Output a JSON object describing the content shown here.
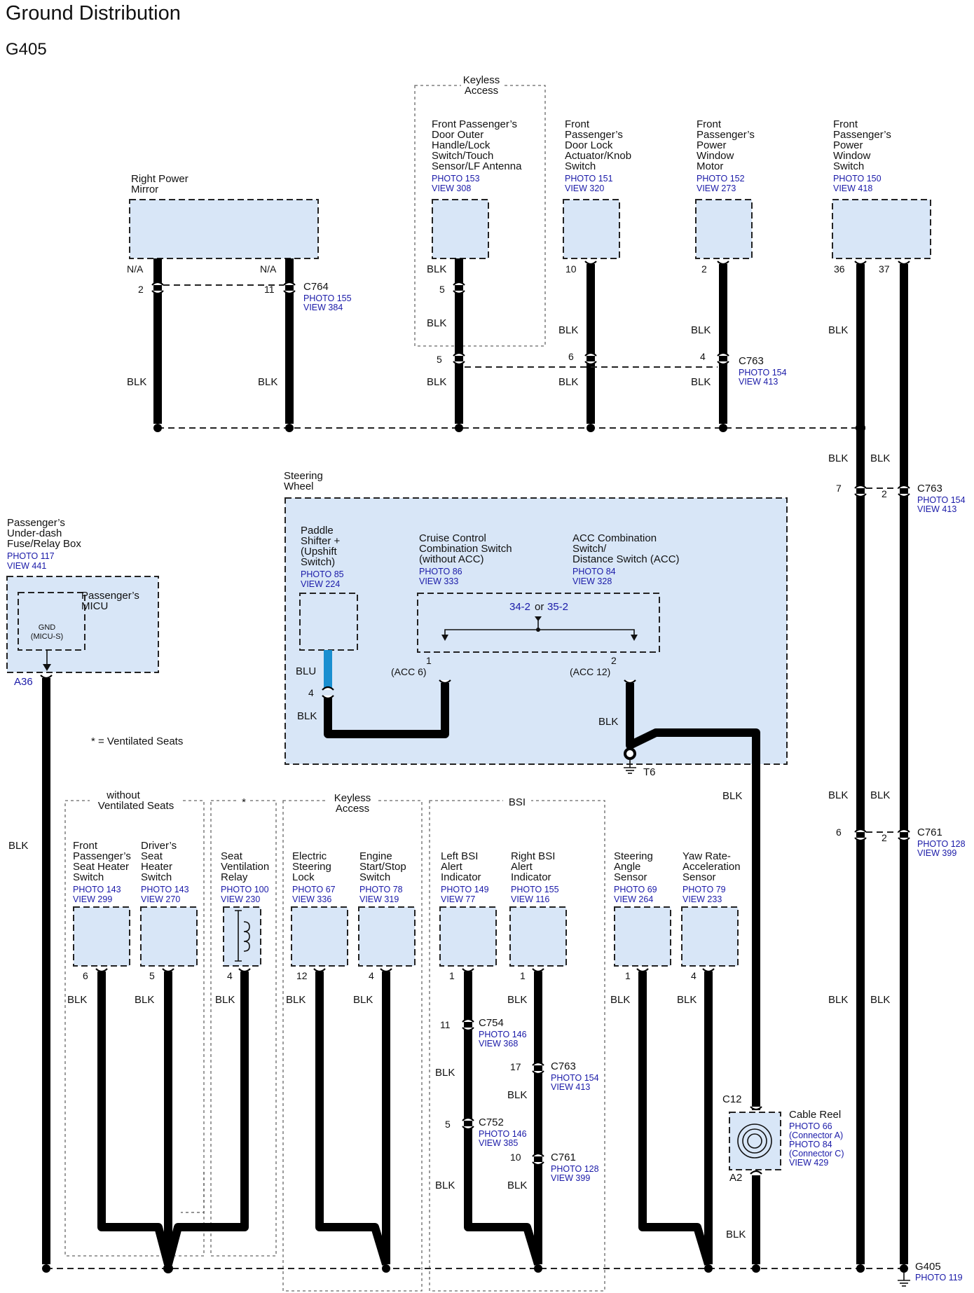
{
  "title": "Ground Distribution",
  "subtitle": "G405",
  "note": "* = Ventilated Seats",
  "groups": {
    "keyless_top": [
      "Keyless",
      "Access"
    ],
    "steering_wheel": [
      "Steering",
      "Wheel"
    ],
    "without_vent": [
      "without",
      "Ventilated Seats"
    ],
    "vent_star": "*",
    "keyless_bottom": [
      "Keyless",
      "Access"
    ],
    "bsi": "BSI"
  },
  "components": {
    "right_mirror": {
      "lines": [
        "Right Power",
        "Mirror"
      ]
    },
    "fp_door_outer": {
      "lines": [
        "Front Passenger’s",
        "Door Outer",
        "Handle/Lock",
        "Switch/Touch",
        "Sensor/LF Antenna"
      ],
      "refs": [
        "PHOTO 153",
        "VIEW 308"
      ]
    },
    "fp_door_lock": {
      "lines": [
        "Front",
        "Passenger’s",
        "Door Lock",
        "Actuator/Knob",
        "Switch"
      ],
      "refs": [
        "PHOTO 151",
        "VIEW 320"
      ]
    },
    "fp_window_motor": {
      "lines": [
        "Front",
        "Passenger’s",
        "Power",
        "Window",
        "Motor"
      ],
      "refs": [
        "PHOTO 152",
        "VIEW 273"
      ]
    },
    "fp_window_switch": {
      "lines": [
        "Front",
        "Passenger’s",
        "Power",
        "Window",
        "Switch"
      ],
      "refs": [
        "PHOTO 150",
        "VIEW 418"
      ]
    },
    "fuse_box": {
      "lines": [
        "Passenger’s",
        "Under-dash",
        "Fuse/Relay Box"
      ],
      "refs": [
        "PHOTO 117",
        "VIEW 441"
      ]
    },
    "micu": {
      "lines": [
        "Passenger’s",
        "MICU"
      ],
      "gnd": [
        "GND",
        "(MICU-S)"
      ]
    },
    "paddle": {
      "lines": [
        "Paddle",
        "Shifter +",
        "(Upshift",
        "Switch)"
      ],
      "refs": [
        "PHOTO 85",
        "VIEW 224"
      ]
    },
    "cruise": {
      "lines": [
        "Cruise Control",
        "Combination Switch",
        "(without ACC)"
      ],
      "refs": [
        "PHOTO 86",
        "VIEW 333"
      ]
    },
    "acc": {
      "lines": [
        "ACC Combination",
        "Switch/",
        "Distance Switch (ACC)"
      ],
      "refs": [
        "PHOTO 84",
        "VIEW 328"
      ]
    },
    "acc_conn": {
      "a": "34-2",
      "or": "or",
      "b": "35-2"
    },
    "fp_seat_heater": {
      "lines": [
        "Front",
        "Passenger’s",
        "Seat Heater",
        "Switch"
      ],
      "refs": [
        "PHOTO 143",
        "VIEW 299"
      ]
    },
    "dr_seat_heater": {
      "lines": [
        "Driver’s",
        "Seat",
        "Heater",
        "Switch"
      ],
      "refs": [
        "PHOTO 143",
        "VIEW 270"
      ]
    },
    "seat_vent_relay": {
      "lines": [
        "Seat",
        "Ventilation",
        "Relay"
      ],
      "refs": [
        "PHOTO 100",
        "VIEW 230"
      ]
    },
    "steering_lock": {
      "lines": [
        "Electric",
        "Steering",
        "Lock"
      ],
      "refs": [
        "PHOTO 67",
        "VIEW 336"
      ]
    },
    "engine_start": {
      "lines": [
        "Engine",
        "Start/Stop",
        "Switch"
      ],
      "refs": [
        "PHOTO 78",
        "VIEW 319"
      ]
    },
    "left_bsi": {
      "lines": [
        "Left BSI",
        "Alert",
        "Indicator"
      ],
      "refs": [
        "PHOTO 149",
        "VIEW 77"
      ]
    },
    "right_bsi": {
      "lines": [
        "Right BSI",
        "Alert",
        "Indicator"
      ],
      "refs": [
        "PHOTO 155",
        "VIEW 116"
      ]
    },
    "steer_angle": {
      "lines": [
        "Steering",
        "Angle",
        "Sensor"
      ],
      "refs": [
        "PHOTO 69",
        "VIEW 264"
      ]
    },
    "yaw_rate": {
      "lines": [
        "Yaw Rate-",
        "Acceleration",
        "Sensor"
      ],
      "refs": [
        "PHOTO 79",
        "VIEW 233"
      ]
    },
    "cable_reel": {
      "lines": [
        "Cable Reel"
      ],
      "refs": [
        "PHOTO 66",
        "(Connector A)",
        "PHOTO 84",
        "(Connector C)",
        "VIEW 429"
      ]
    }
  },
  "connectors": {
    "c764": {
      "name": "C764",
      "refs": [
        "PHOTO 155",
        "VIEW 384"
      ]
    },
    "c763_top": {
      "name": "C763",
      "refs": [
        "PHOTO 154",
        "VIEW 413"
      ]
    },
    "c763_right": {
      "name": "C763",
      "refs": [
        "PHOTO 154",
        "VIEW 413"
      ]
    },
    "c761_right": {
      "name": "C761",
      "refs": [
        "PHOTO 128",
        "VIEW 399"
      ]
    },
    "c754": {
      "name": "C754",
      "refs": [
        "PHOTO 146",
        "VIEW 368"
      ]
    },
    "c752": {
      "name": "C752",
      "refs": [
        "PHOTO 146",
        "VIEW 385"
      ]
    },
    "c763_bsi": {
      "name": "C763",
      "refs": [
        "PHOTO 154",
        "VIEW 413"
      ]
    },
    "c761_bsi": {
      "name": "C761",
      "refs": [
        "PHOTO 128",
        "VIEW 399"
      ]
    },
    "c12": {
      "name": "C12"
    },
    "a2": {
      "name": "A2"
    },
    "t6": {
      "name": "T6"
    },
    "a36": {
      "name": "A36"
    },
    "g405": {
      "name": "G405",
      "refs": [
        "PHOTO 119"
      ]
    }
  },
  "pins": {
    "mirror_na_left": "N/A",
    "mirror_na_right": "N/A",
    "mirror_2": "2",
    "mirror_11": "11",
    "door_outer_5a": "5",
    "door_outer_5b": "5",
    "door_lock_10": "10",
    "door_lock_6": "6",
    "motor_2": "2",
    "motor_4": "4",
    "switch_36": "36",
    "switch_37": "37",
    "right_7": "7",
    "right_2a": "2",
    "right_6": "6",
    "right_2b": "2",
    "paddle_4": "4",
    "cruise_1": "1",
    "cruise_1_sub": "(ACC 6)",
    "acc_2": "2",
    "acc_2_sub": "(ACC 12)",
    "b_6": "6",
    "b_5": "5",
    "b_4a": "4",
    "b_12": "12",
    "b_4b": "4",
    "b_1a": "1",
    "b_1b": "1",
    "b_1c": "1",
    "b_4c": "4",
    "c754_11": "11",
    "c752_5": "5",
    "c763_17": "17",
    "c761_10": "10"
  },
  "wire_colors": {
    "blk": "BLK",
    "blu": "BLU"
  },
  "colors": {
    "component_fill": "#d8e6f7",
    "reference_text": "#1a1aa8",
    "blu_wire": "#1a8fd0",
    "wire": "#000000"
  }
}
